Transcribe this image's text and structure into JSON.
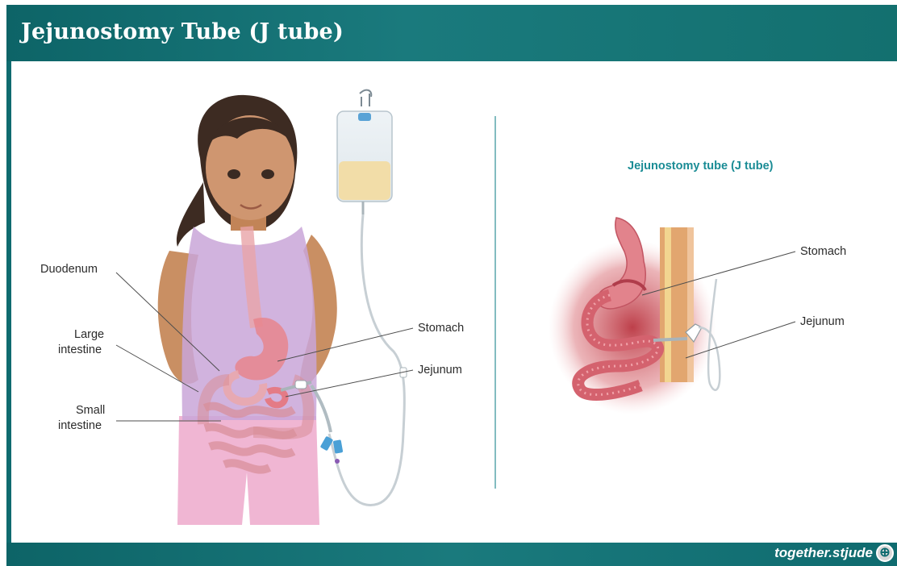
{
  "header": {
    "title": "Jejunostomy Tube (J tube)"
  },
  "left_diagram": {
    "labels": {
      "duodenum": "Duodenum",
      "large_intestine_line1": "Large",
      "large_intestine_line2": "intestine",
      "small_intestine_line1": "Small",
      "small_intestine_line2": "intestine",
      "stomach": "Stomach",
      "jejunum": "Jejunum"
    }
  },
  "right_diagram": {
    "title": "Jejunostomy tube (J tube)",
    "labels": {
      "stomach": "Stomach",
      "jejunum": "Jejunum"
    }
  },
  "footer": {
    "brand": "together.stjude",
    "zoom_icon": "zoom-in-icon"
  },
  "colors": {
    "teal": "#0f6b6f",
    "title_accent": "#1a8c95",
    "skin": "#c98f63",
    "tank_top": "#c9a6d8",
    "pants": "#f0b6d3",
    "organ": "#e8858d"
  }
}
